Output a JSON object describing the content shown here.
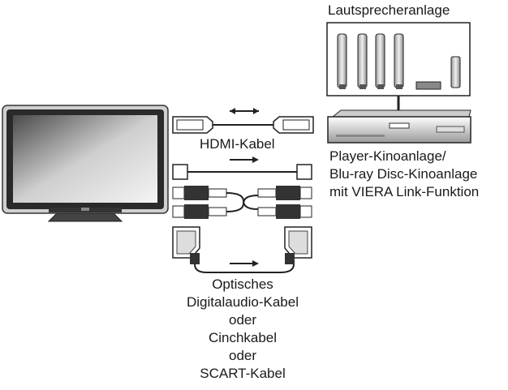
{
  "labels": {
    "speaker_system": "Lautsprecheranlage",
    "hdmi_cable": "HDMI-Kabel",
    "player_line1": "Player-Kinoanlage/",
    "player_line2": "Blu-ray Disc-Kinoanlage",
    "player_line3": "mit VIERA Link-Funktion",
    "cable_line1": "Optisches",
    "cable_line2": "Digitalaudio-Kabel",
    "cable_line3": "oder",
    "cable_line4": "Cinchkabel",
    "cable_line5": "oder",
    "cable_line6": "SCART-Kabel"
  },
  "icons": {
    "tv": "tv-icon",
    "speaker": "speaker-icon",
    "subwoofer": "subwoofer-icon",
    "player": "blu-ray-player-icon",
    "hdmi": "hdmi-plug-icon",
    "optical": "optical-plug-icon",
    "rca": "rca-plug-icon",
    "scart": "scart-plug-icon",
    "arrow": "arrow-icon"
  }
}
